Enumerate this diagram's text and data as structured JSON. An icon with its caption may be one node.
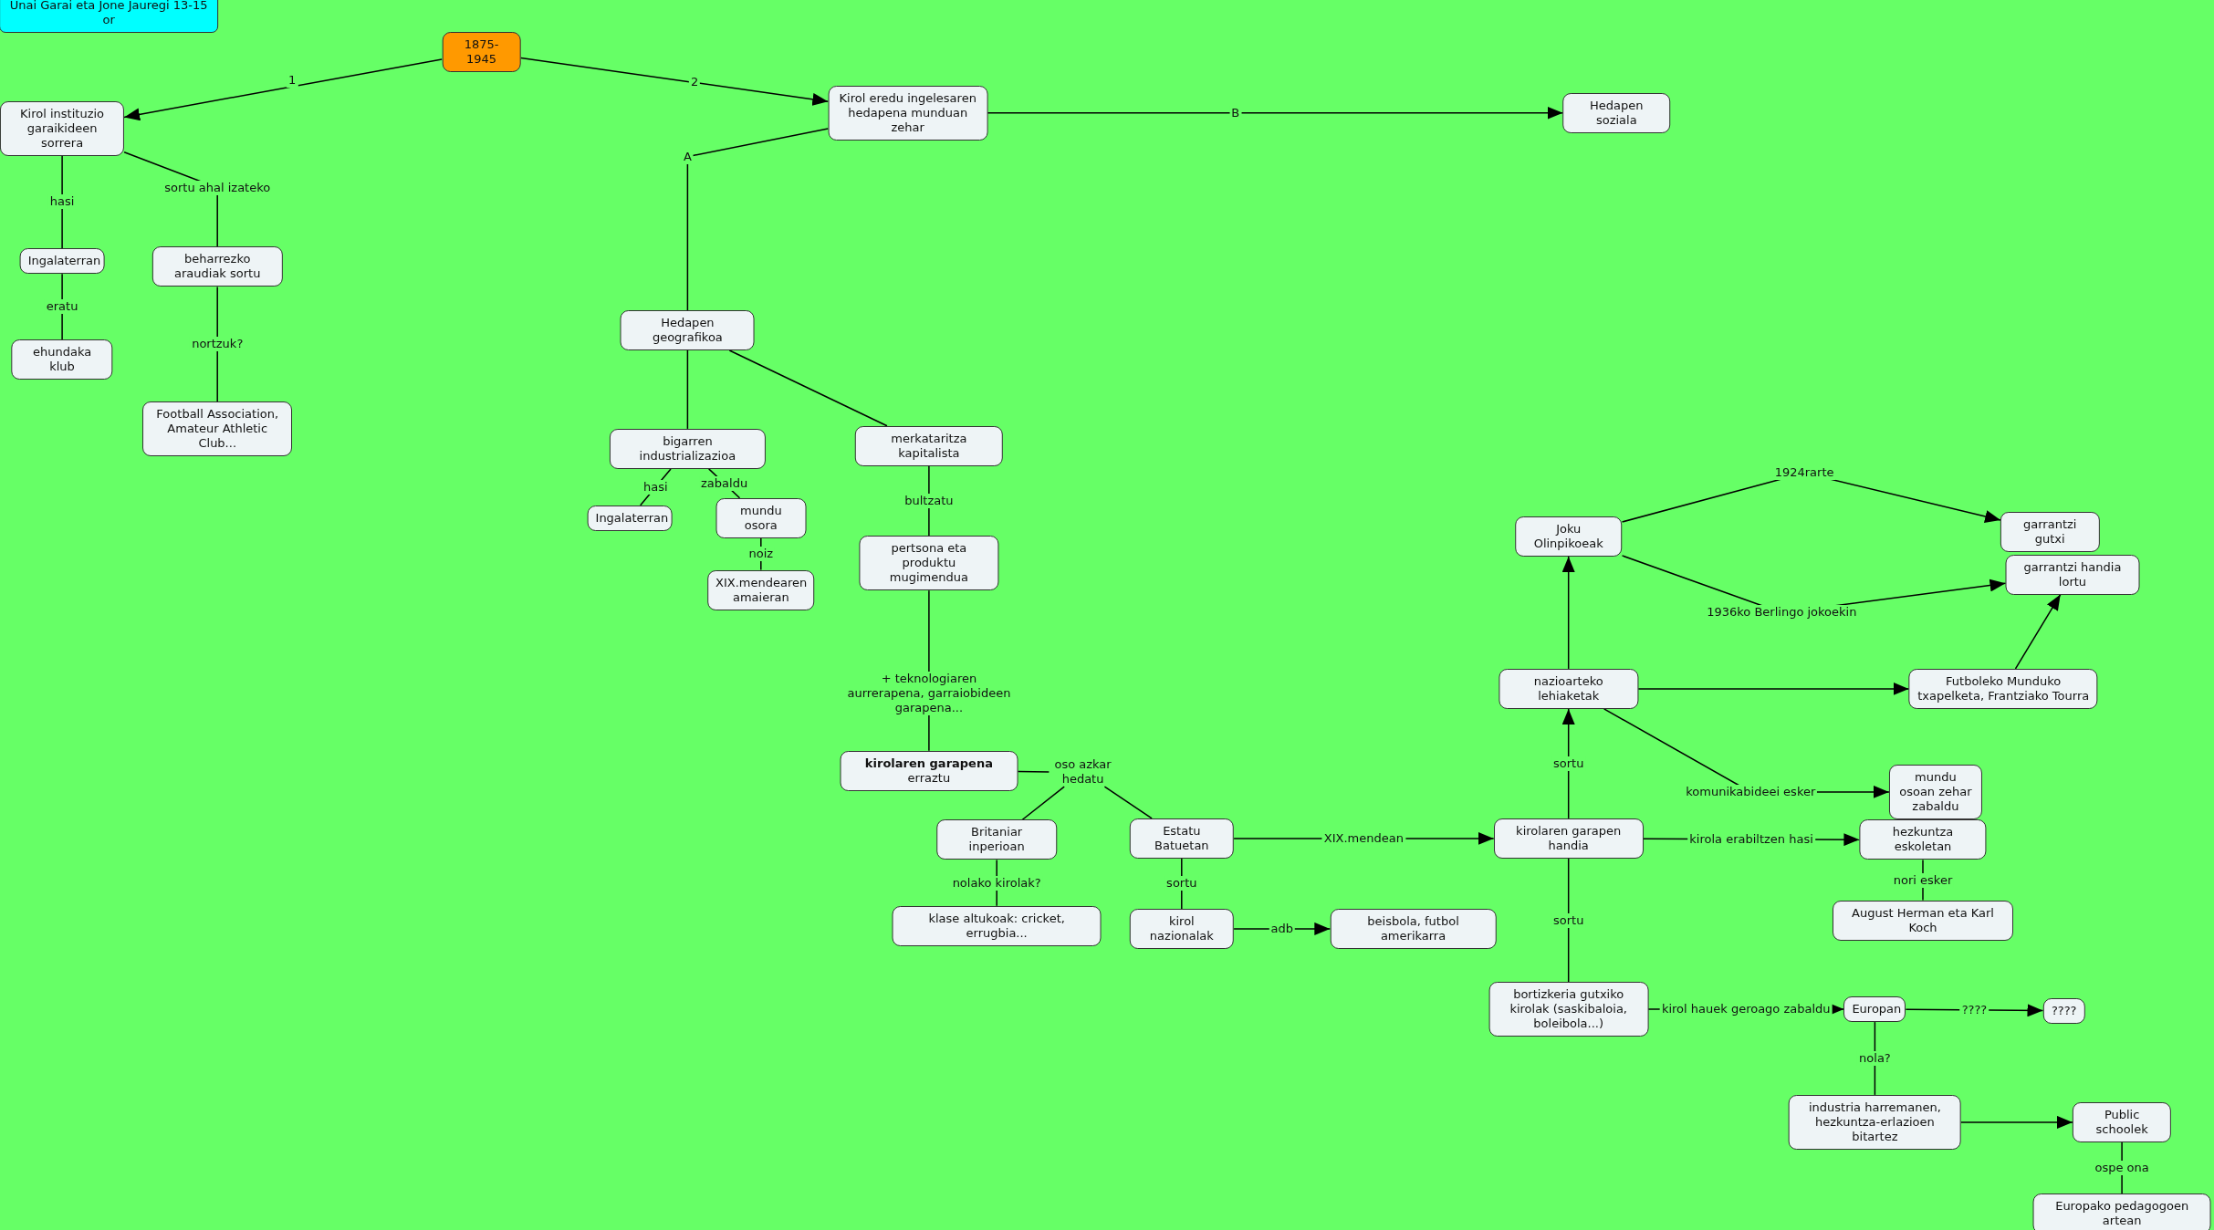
{
  "diagram": {
    "nodes": [
      {
        "text": [
          "Unai Garai eta Jone Jauregi 13-15 or"
        ]
      },
      {
        "text": [
          "1875-1945"
        ]
      },
      {
        "text": [
          "Kirol instituzio garaikideen sorrera"
        ]
      },
      {
        "text": [
          "Ingalaterran"
        ]
      },
      {
        "text": [
          "ehundaka klub"
        ]
      },
      {
        "text": [
          "beharrezko araudiak sortu"
        ]
      },
      {
        "text": [
          "Football Association, Amateur Athletic Club..."
        ]
      },
      {
        "text": [
          "Kirol eredu ingelesaren hedapena munduan zehar"
        ]
      },
      {
        "text": [
          "Hedapen soziala"
        ]
      },
      {
        "text": [
          "Hedapen geografikoa"
        ]
      },
      {
        "text": [
          "bigarren industrializazioa"
        ]
      },
      {
        "text": [
          "Ingalaterran"
        ]
      },
      {
        "text": [
          "mundu osora"
        ]
      },
      {
        "text": [
          "XIX.mendearen amaieran"
        ]
      },
      {
        "text": [
          "merkataritza kapitalista"
        ]
      },
      {
        "text": [
          "pertsona eta produktu mugimendua"
        ]
      },
      {
        "text": [
          "**kirolaren garapena** erraztu"
        ]
      },
      {
        "text": [
          "Britaniar inperioan"
        ]
      },
      {
        "text": [
          "klase altukoak: cricket, errugbia..."
        ]
      },
      {
        "text": [
          "Estatu Batuetan"
        ]
      },
      {
        "text": [
          "kirol nazionalak"
        ]
      },
      {
        "text": [
          "beisbola, futbol amerikarra"
        ]
      },
      {
        "text": [
          "kirolaren garapen handia"
        ]
      },
      {
        "text": [
          "nazioarteko lehiaketak"
        ]
      },
      {
        "text": [
          "Joku Olinpikoeak"
        ]
      },
      {
        "text": [
          "garrantzi gutxi"
        ]
      },
      {
        "text": [
          "garrantzi handia lortu"
        ]
      },
      {
        "text": [
          "Futboleko Munduko txapelketa, Frantziako Tourra"
        ]
      },
      {
        "text": [
          "mundu osoan zehar zabaldu"
        ]
      },
      {
        "text": [
          "hezkuntza eskoletan"
        ]
      },
      {
        "text": [
          "August Herman eta Karl Koch"
        ]
      },
      {
        "text": [
          "bortizkeria gutxiko kirolak (saskibaloia, boleibola...)"
        ]
      },
      {
        "text": [
          "Europan"
        ]
      },
      {
        "text": [
          "????"
        ]
      },
      {
        "text": [
          "industria harremanen, hezkuntza-erlazioen bitartez"
        ]
      },
      {
        "text": [
          "Public schoolek"
        ]
      },
      {
        "text": [
          "Europako pedagogoen artean"
        ]
      },
      {
        "text": [
          "oso azkar hedatu"
        ]
      }
    ],
    "edges": [
      {
        "from": 1,
        "to": 2,
        "arrow": "to",
        "label": "1"
      },
      {
        "from": 1,
        "to": 7,
        "arrow": "to",
        "label": "2"
      },
      {
        "from": 2,
        "to": 3,
        "arrow": "none",
        "label": "hasi"
      },
      {
        "from": 2,
        "to": 5,
        "arrow": "none",
        "label": "sortu ahal izateko"
      },
      {
        "from": 3,
        "to": 4,
        "arrow": "none",
        "label": "eratu"
      },
      {
        "from": 5,
        "to": 6,
        "arrow": "none",
        "label": "nortzuk?"
      },
      {
        "from": 7,
        "to": 8,
        "arrow": "to",
        "label": "B"
      },
      {
        "from": 7,
        "to": 9,
        "arrow": "none",
        "label": "A"
      },
      {
        "from": 9,
        "to": 10,
        "arrow": "none"
      },
      {
        "from": 9,
        "to": 14,
        "arrow": "none"
      },
      {
        "from": 10,
        "to": 11,
        "arrow": "none",
        "label": "hasi"
      },
      {
        "from": 10,
        "to": 12,
        "arrow": "none",
        "label": "zabaldu"
      },
      {
        "from": 12,
        "to": 13,
        "arrow": "none",
        "label": "noiz"
      },
      {
        "from": 14,
        "to": 15,
        "arrow": "none",
        "label": "bultzatu"
      },
      {
        "from": 15,
        "to": 16,
        "arrow": "none",
        "label": "+ teknologiaren aurrerapena, garraiobideen garapena..."
      },
      {
        "from": 16,
        "to": 37,
        "arrow": "none"
      },
      {
        "from": 37,
        "to": 17,
        "arrow": "none"
      },
      {
        "from": 37,
        "to": 19,
        "arrow": "none"
      },
      {
        "from": 17,
        "to": 18,
        "arrow": "none",
        "label": "nolako kirolak?"
      },
      {
        "from": 19,
        "to": 20,
        "arrow": "none",
        "label": "sortu"
      },
      {
        "from": 19,
        "to": 22,
        "arrow": "to",
        "label": "XIX.mendean"
      },
      {
        "from": 20,
        "to": 21,
        "arrow": "to",
        "label": "adb"
      },
      {
        "from": 22,
        "to": 23,
        "arrow": "to",
        "label": "sortu"
      },
      {
        "from": 23,
        "to": 24,
        "arrow": "to"
      },
      {
        "from": 24,
        "to": 25,
        "arrow": "to",
        "label": "1924rarte"
      },
      {
        "from": 24,
        "to": 26,
        "arrow": "to",
        "label": "1936ko Berlingo jokoekin"
      },
      {
        "from": 23,
        "to": 27,
        "arrow": "to"
      },
      {
        "from": 27,
        "to": 26,
        "arrow": "to"
      },
      {
        "from": 23,
        "to": 28,
        "arrow": "to",
        "label": "komunikabideei esker"
      },
      {
        "from": 22,
        "to": 29,
        "arrow": "to",
        "label": "kirola erabiltzen hasi"
      },
      {
        "from": 29,
        "to": 30,
        "arrow": "none",
        "label": "nori esker"
      },
      {
        "from": 22,
        "to": 31,
        "arrow": "none",
        "label": "sortu"
      },
      {
        "from": 31,
        "to": 32,
        "arrow": "to",
        "label": "kirol hauek geroago zabaldu"
      },
      {
        "from": 32,
        "to": 33,
        "arrow": "to",
        "label": "????"
      },
      {
        "from": 32,
        "to": 34,
        "arrow": "none",
        "label": "nola?"
      },
      {
        "from": 34,
        "to": 35,
        "arrow": "to"
      },
      {
        "from": 35,
        "to": 36,
        "arrow": "none",
        "label": "ospe ona"
      }
    ]
  }
}
